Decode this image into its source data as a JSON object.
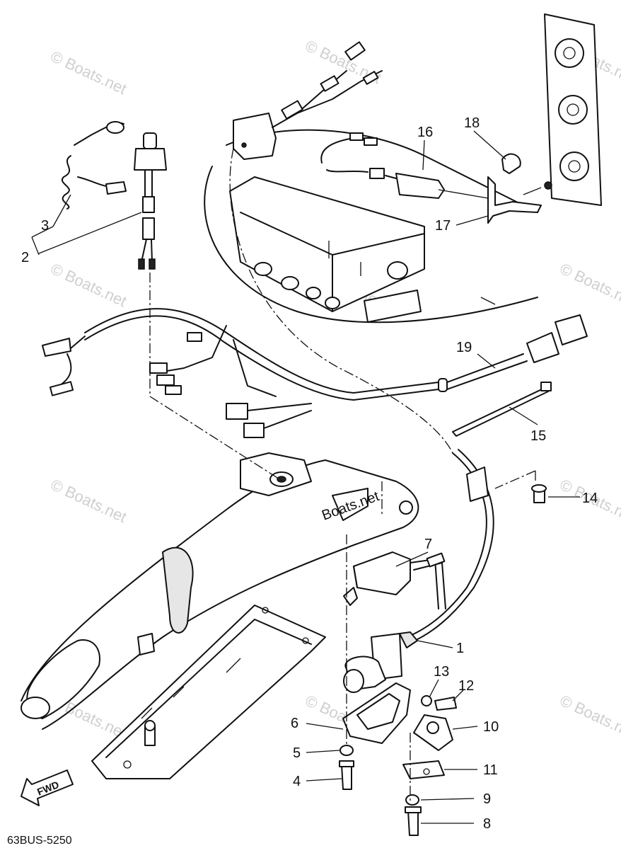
{
  "diagram": {
    "drawing_code": "63BUS-5250",
    "watermark": "© Boats.net",
    "body_watermark": "Boats.net",
    "fwd_label": "FWD",
    "callouts": [
      {
        "id": "c1",
        "label": "1"
      },
      {
        "id": "c2",
        "label": "2"
      },
      {
        "id": "c3",
        "label": "3"
      },
      {
        "id": "c4",
        "label": "4"
      },
      {
        "id": "c5",
        "label": "5"
      },
      {
        "id": "c6",
        "label": "6"
      },
      {
        "id": "c7",
        "label": "7"
      },
      {
        "id": "c8",
        "label": "8"
      },
      {
        "id": "c9",
        "label": "9"
      },
      {
        "id": "c10",
        "label": "10"
      },
      {
        "id": "c11",
        "label": "11"
      },
      {
        "id": "c12",
        "label": "12"
      },
      {
        "id": "c13",
        "label": "13"
      },
      {
        "id": "c14",
        "label": "14"
      },
      {
        "id": "c15",
        "label": "15"
      },
      {
        "id": "c16",
        "label": "16"
      },
      {
        "id": "c17",
        "label": "17"
      },
      {
        "id": "c18",
        "label": "18"
      },
      {
        "id": "c19",
        "label": "19"
      }
    ]
  }
}
